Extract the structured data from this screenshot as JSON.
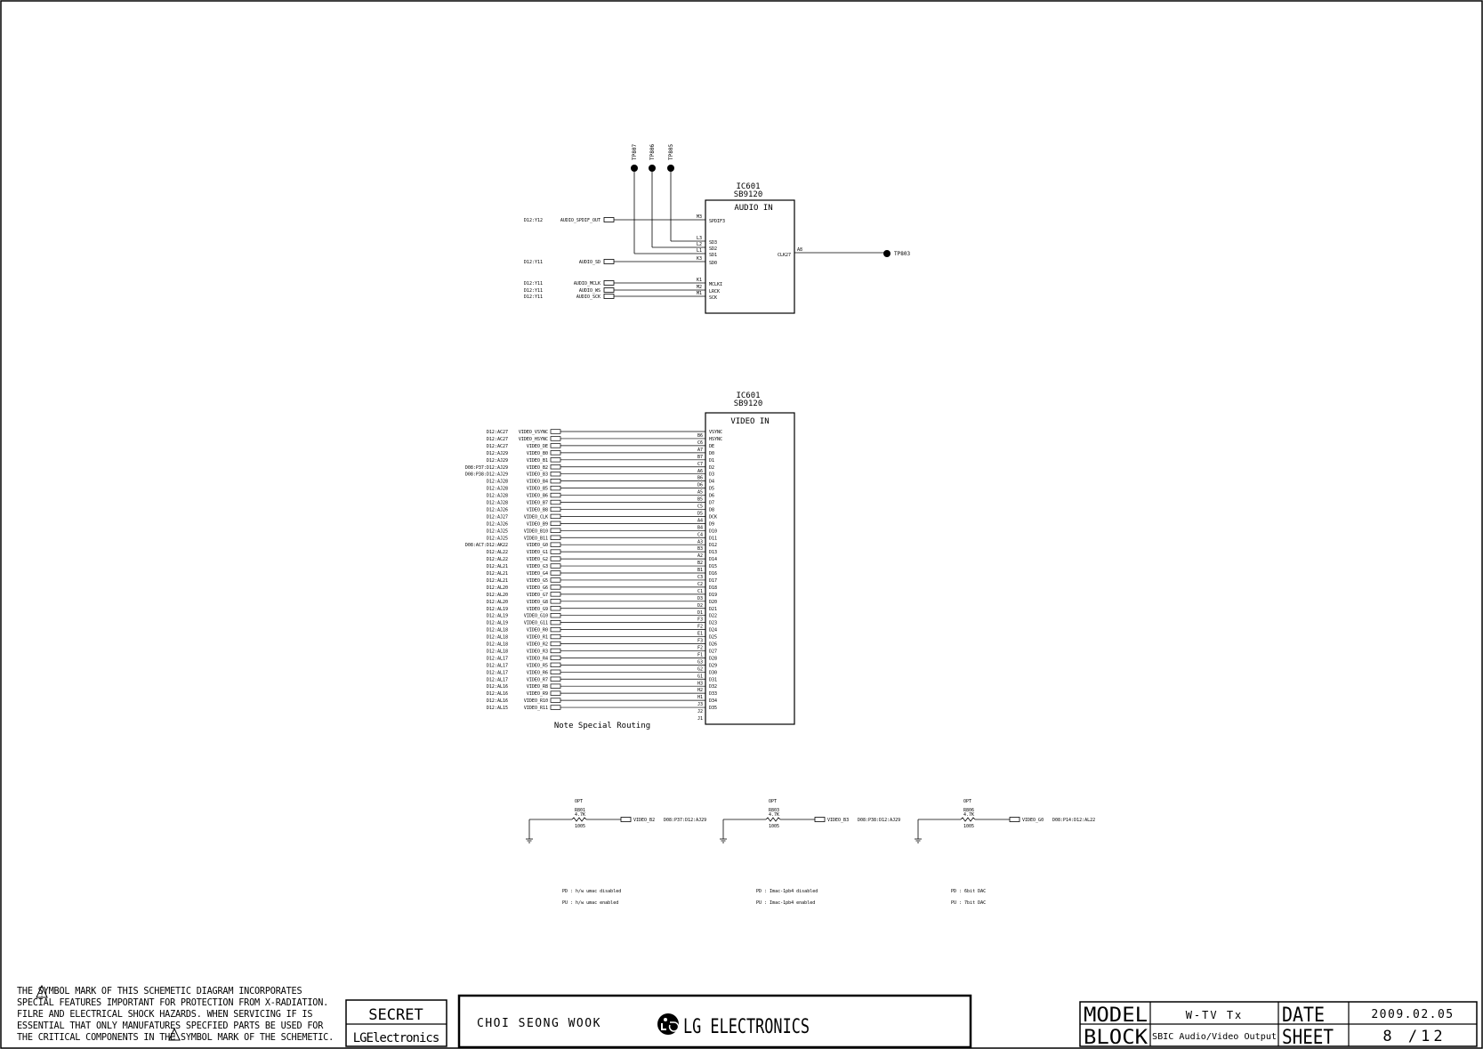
{
  "audio_block": {
    "ref": "IC601",
    "part": "SB9120",
    "title": "AUDIO IN",
    "test_points_top": [
      "TP807",
      "TP806",
      "TP805"
    ],
    "test_point_right": "TP803",
    "right_pin": {
      "num": "A8",
      "name": "CLK27"
    },
    "pins": [
      {
        "ref": "D12:Y12",
        "net": "AUDIO_SPDIF_OUT",
        "num": "M3",
        "name": "SPDIF3",
        "from_left": true
      },
      {
        "ref": "",
        "net": "",
        "num": "L3",
        "name": "SD3",
        "from_left": false
      },
      {
        "ref": "",
        "net": "",
        "num": "L2",
        "name": "SD2",
        "from_left": false
      },
      {
        "ref": "",
        "net": "",
        "num": "L1",
        "name": "SD1",
        "from_left": false
      },
      {
        "ref": "D12:Y11",
        "net": "AUDIO_SD",
        "num": "K3",
        "name": "SD0",
        "from_left": true
      },
      {
        "ref": "D12:Y11",
        "net": "AUDIO_MCLK",
        "num": "K1",
        "name": "MCLKI",
        "from_left": true
      },
      {
        "ref": "D12:Y11",
        "net": "AUDIO_WS",
        "num": "M2",
        "name": "LRCK",
        "from_left": true
      },
      {
        "ref": "D12:Y11",
        "net": "AUDIO_SCK",
        "num": "M1",
        "name": "SCK",
        "from_left": true
      }
    ]
  },
  "video_block": {
    "ref": "IC601",
    "part": "SB9120",
    "title": "VIDEO IN",
    "note": "Note Special Routing",
    "pins": [
      {
        "ref": "D12:AC27",
        "net": "VIDEO_VSYNC",
        "num": "B6",
        "name": "VSYNC"
      },
      {
        "ref": "D12:AC27",
        "net": "VIDEO_HSYNC",
        "num": "C6",
        "name": "HSYNC"
      },
      {
        "ref": "D12:AC27",
        "net": "VIDEO_DE",
        "num": "A7",
        "name": "DE"
      },
      {
        "ref": "D12:AJ29",
        "net": "VIDEO_B0",
        "num": "B7",
        "name": "D0"
      },
      {
        "ref": "D12:AJ29",
        "net": "VIDEO_B1",
        "num": "C7",
        "name": "D1"
      },
      {
        "ref": "D08:P37:D12:AJ29",
        "net": "VIDEO_B2",
        "num": "A6",
        "name": "D2"
      },
      {
        "ref": "D08:P38:D12:AJ29",
        "net": "VIDEO_B3",
        "num": "B6",
        "name": "D3"
      },
      {
        "ref": "D12:AJ28",
        "net": "VIDEO_B4",
        "num": "D6",
        "name": "D4"
      },
      {
        "ref": "D12:AJ28",
        "net": "VIDEO_B5",
        "num": "A5",
        "name": "D5"
      },
      {
        "ref": "D12:AJ28",
        "net": "VIDEO_B6",
        "num": "B5",
        "name": "D6"
      },
      {
        "ref": "D12:AJ28",
        "net": "VIDEO_B7",
        "num": "C5",
        "name": "D7"
      },
      {
        "ref": "D12:AJ26",
        "net": "VIDEO_B8",
        "num": "D5",
        "name": "D8"
      },
      {
        "ref": "D12:AJ27",
        "net": "VIDEO_CLK",
        "num": "A4",
        "name": "DCK"
      },
      {
        "ref": "D12:AJ26",
        "net": "VIDEO_B9",
        "num": "B4",
        "name": "D9"
      },
      {
        "ref": "D12:AJ25",
        "net": "VIDEO_B10",
        "num": "C4",
        "name": "D10"
      },
      {
        "ref": "D12:AJ25",
        "net": "VIDEO_B11",
        "num": "A3",
        "name": "D11"
      },
      {
        "ref": "D08:AC7:D12:AK22",
        "net": "VIDEO_G0",
        "num": "B3",
        "name": "D12"
      },
      {
        "ref": "D12:AL22",
        "net": "VIDEO_G1",
        "num": "A2",
        "name": "D13"
      },
      {
        "ref": "D12:AL22",
        "net": "VIDEO_G2",
        "num": "B2",
        "name": "D14"
      },
      {
        "ref": "D12:AL21",
        "net": "VIDEO_G3",
        "num": "B1",
        "name": "D15"
      },
      {
        "ref": "D12:AL21",
        "net": "VIDEO_G4",
        "num": "C3",
        "name": "D16"
      },
      {
        "ref": "D12:AL21",
        "net": "VIDEO_G5",
        "num": "C2",
        "name": "D17"
      },
      {
        "ref": "D12:AL20",
        "net": "VIDEO_G6",
        "num": "C1",
        "name": "D18"
      },
      {
        "ref": "D12:AL20",
        "net": "VIDEO_G7",
        "num": "D3",
        "name": "D19"
      },
      {
        "ref": "D12:AL20",
        "net": "VIDEO_G8",
        "num": "D2",
        "name": "D20"
      },
      {
        "ref": "D12:AL19",
        "net": "VIDEO_G9",
        "num": "D1",
        "name": "D21"
      },
      {
        "ref": "D12:AL19",
        "net": "VIDEO_G10",
        "num": "F3",
        "name": "D22"
      },
      {
        "ref": "D12:AL19",
        "net": "VIDEO_G11",
        "num": "F2",
        "name": "D23"
      },
      {
        "ref": "D12:AL18",
        "net": "VIDEO_R0",
        "num": "E1",
        "name": "D24"
      },
      {
        "ref": "D12:AL18",
        "net": "VIDEO_R1",
        "num": "F3",
        "name": "D25"
      },
      {
        "ref": "D12:AL18",
        "net": "VIDEO_R2",
        "num": "F2",
        "name": "D26"
      },
      {
        "ref": "D12:AL18",
        "net": "VIDEO_R3",
        "num": "F1",
        "name": "D27"
      },
      {
        "ref": "D12:AL17",
        "net": "VIDEO_R4",
        "num": "G3",
        "name": "D28"
      },
      {
        "ref": "D12:AL17",
        "net": "VIDEO_R5",
        "num": "G2",
        "name": "D29"
      },
      {
        "ref": "D12:AL17",
        "net": "VIDEO_R6",
        "num": "G1",
        "name": "D30"
      },
      {
        "ref": "D12:AL17",
        "net": "VIDEO_R7",
        "num": "H3",
        "name": "D31"
      },
      {
        "ref": "D12:AL16",
        "net": "VIDEO_R8",
        "num": "H2",
        "name": "D32"
      },
      {
        "ref": "D12:AL16",
        "net": "VIDEO_R9",
        "num": "H1",
        "name": "D33"
      },
      {
        "ref": "D12:AL16",
        "net": "VIDEO_R10",
        "num": "J3",
        "name": "D34"
      },
      {
        "ref": "D12:AL15",
        "net": "VIDEO_R11",
        "num": "J2",
        "name": "D35"
      }
    ],
    "extra_pin": "J1"
  },
  "resistors": [
    {
      "opt": "OPT",
      "ref": "R801",
      "val": "4.7K",
      "pkg": "1005",
      "net": "VIDEO_B2",
      "dest": "D08:P37:D12:AJ29",
      "pd": "PD : h/w umac disabled",
      "pu": "PU : h/w umac enabled"
    },
    {
      "opt": "OPT",
      "ref": "R803",
      "val": "4.7K",
      "pkg": "1005",
      "net": "VIDEO_B3",
      "dest": "D08:P38:D12:AJ29",
      "pd": "PD : Imac-1pb4 disabled",
      "pu": "PU : Imac-1pb4 enabled"
    },
    {
      "opt": "OPT",
      "ref": "R806",
      "val": "4.7K",
      "pkg": "1005",
      "net": "VIDEO_G0",
      "dest": "D08:P14:D12:AL22",
      "pd": "PD : 6bit DAC",
      "pu": "PU : 7bit DAC"
    }
  ],
  "warning_note": {
    "lines": [
      "THE   SYMBOL MARK OF THIS SCHEMETIC DIAGRAM INCORPORATES",
      "SPECIAL FEATURES IMPORTANT FOR PROTECTION FROM X-RADIATION.",
      "FILRE AND ELECTRICAL SHOCK HAZARDS. WHEN SERVICING IF IS",
      "ESSENTIAL THAT ONLY MANUFATURES SPECFIED PARTS BE USED FOR",
      "THE CRITICAL COMPONENTS IN THE   SYMBOL MARK OF THE SCHEMETIC."
    ]
  },
  "title_block": {
    "secret": "SECRET",
    "lg_small": "LGElectronics",
    "designer": "CHOI SEONG WOOK",
    "company": "LG ELECTRONICS",
    "model_label": "MODEL",
    "model_value": "W-TV Tx",
    "block_label": "BLOCK",
    "block_value": "SBIC Audio/Video Output",
    "date_label": "DATE",
    "date_value": "2009.02.05",
    "sheet_label": "SHEET",
    "sheet_value": "8 /12"
  }
}
